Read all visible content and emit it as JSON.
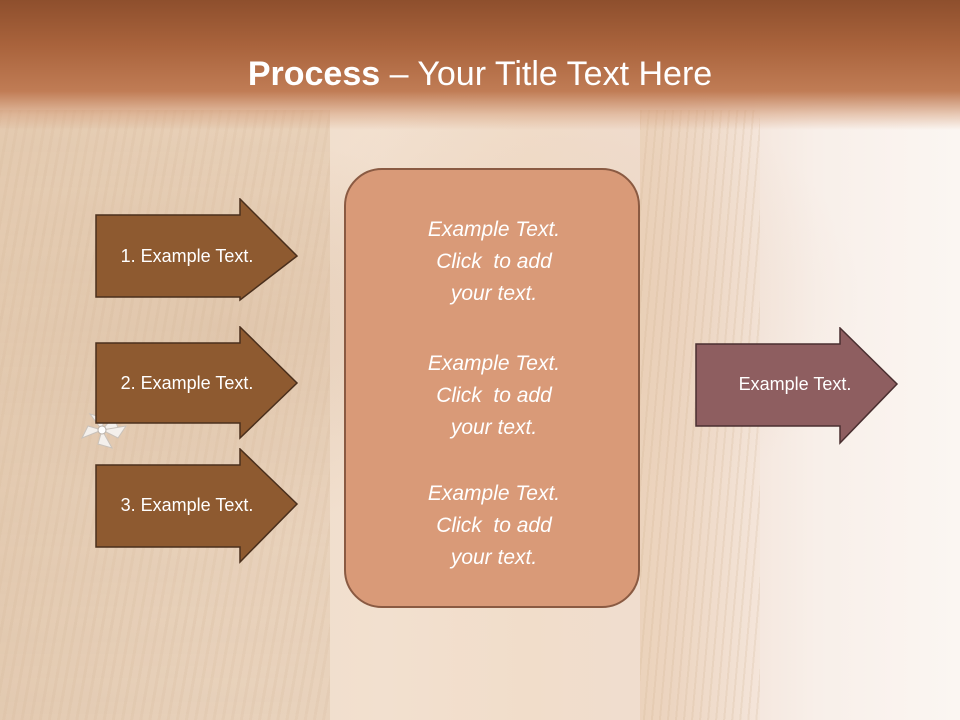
{
  "title": {
    "bold": "Process",
    "rest": " – Your Title Text Here"
  },
  "left_steps": [
    {
      "label": "1. Example Text."
    },
    {
      "label": "2. Example Text."
    },
    {
      "label": "3. Example Text."
    }
  ],
  "center_blocks": [
    {
      "line1": "Example Text.",
      "line2": "Click  to add",
      "line3": "your text."
    },
    {
      "line1": "Example Text.",
      "line2": "Click  to add",
      "line3": "your text."
    },
    {
      "line1": "Example Text.",
      "line2": "Click  to add",
      "line3": "your text."
    }
  ],
  "right_arrow": {
    "label": "Example Text."
  },
  "colors": {
    "header": "#a9633c",
    "step_arrow": "#8e5a30",
    "center_box": "#d99a78",
    "right_arrow": "#8e5e60",
    "title_text": "#ffffff"
  }
}
